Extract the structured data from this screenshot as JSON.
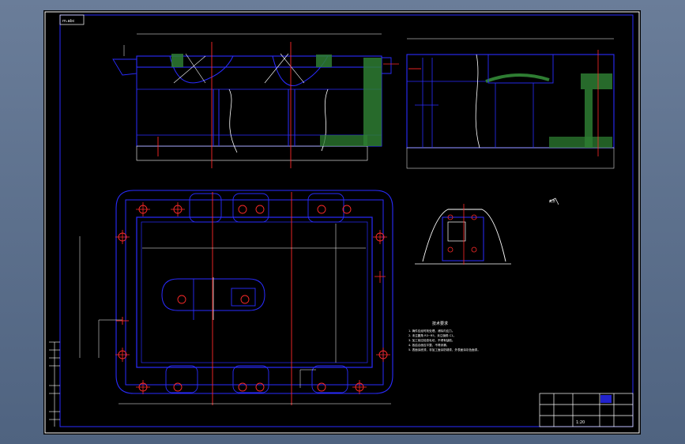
{
  "colors": {
    "background": "#000000",
    "border": "#ffffff",
    "outline": "#2a2cff",
    "centerline": "#ff2a2a",
    "hatch": "#2e7d32",
    "dimension": "#ffffff"
  },
  "drawing": {
    "tag_top_left": "m.abc",
    "notes_title": "技术要求",
    "notes_lines": [
      "1. 铸件应经时效处理，消除内应力。",
      "2. 未注圆角 R3~R5，未注倒角 C1。",
      "3. 加工前应检查毛坯，不得有缺陷。",
      "4. 各结合面应平整，不得渗漏。",
      "5. 表面涂底漆，非加工面涂防锈漆，外表面涂灰色面漆。"
    ],
    "roughness_note": "其余",
    "scale_label": "1:20"
  }
}
